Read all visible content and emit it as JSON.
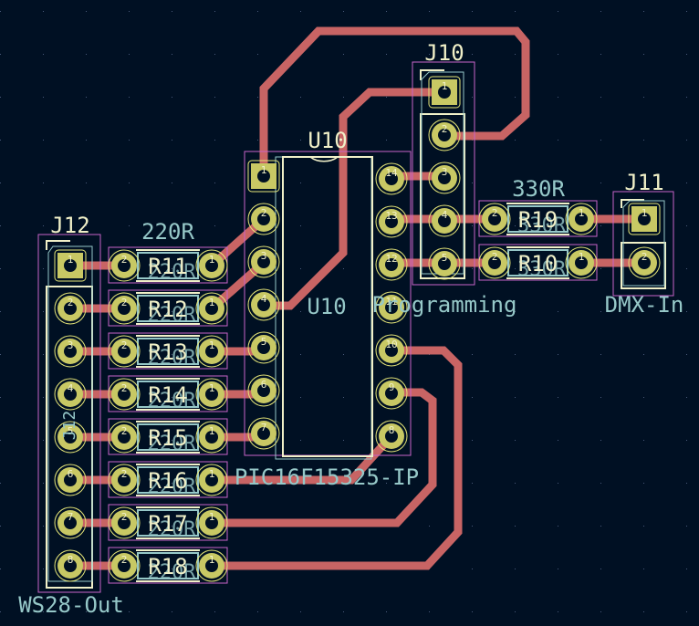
{
  "board": {
    "colors": {
      "background": "#001023",
      "track": "#C86464",
      "pad": "#C8C864",
      "pad_ring": "#E6E678",
      "courtyard": "#C864C8",
      "fab": "#96C8C8",
      "silkscreen": "#F0F0C8",
      "reference": "#F0F0C8",
      "value": "#96C8C8"
    },
    "footprints": [
      {
        "ref": "J12",
        "value": "WS28-Out",
        "type": "connector",
        "pins": [
          "1",
          "2",
          "3",
          "4",
          "5",
          "6",
          "7",
          "8"
        ]
      },
      {
        "ref": "U10",
        "value": "PIC16F15325-IP",
        "type": "dip14",
        "pins": [
          "1",
          "2",
          "3",
          "4",
          "5",
          "6",
          "7",
          "8",
          "9",
          "10",
          "11",
          "12",
          "13",
          "14"
        ],
        "fab_ref": "U10"
      },
      {
        "ref": "J10",
        "value": "Programming",
        "type": "connector",
        "pins": [
          "1",
          "2",
          "3",
          "4",
          "5"
        ]
      },
      {
        "ref": "J11",
        "value": "DMX-In",
        "type": "connector",
        "pins": [
          "1",
          "2"
        ]
      },
      {
        "ref": "R11",
        "value": "220R"
      },
      {
        "ref": "R12",
        "value": "220R"
      },
      {
        "ref": "R13",
        "value": "220R"
      },
      {
        "ref": "R14",
        "value": "220R"
      },
      {
        "ref": "R15",
        "value": "220R"
      },
      {
        "ref": "R16",
        "value": "220R"
      },
      {
        "ref": "R17",
        "value": "220R"
      },
      {
        "ref": "R18",
        "value": "220R"
      },
      {
        "ref": "R19",
        "value": "330R"
      },
      {
        "ref": "R10",
        "value": "330R"
      }
    ],
    "resistor_pin_labels": [
      "2",
      "1"
    ],
    "labels": {
      "r_220_value": "220R",
      "r_330_value": "330R",
      "j12_ref": "J12",
      "j12_value": "WS28-Out",
      "j12_fab": "J12",
      "u10_ref": "U10",
      "u10_fab": "U10",
      "u10_value": "PIC16F15325-IP",
      "j10_ref": "J10",
      "j10_value": "Programming",
      "j11_ref": "J11",
      "j11_value": "DMX-In"
    }
  }
}
